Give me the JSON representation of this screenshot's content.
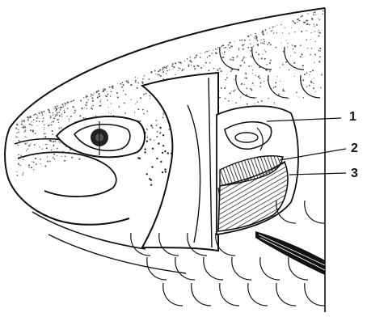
{
  "figure": {
    "callouts": [
      {
        "id": "1",
        "label": "1"
      },
      {
        "id": "2",
        "label": "2"
      },
      {
        "id": "3",
        "label": "3"
      }
    ]
  },
  "colors": {
    "ink": "#111111",
    "paper": "#ffffff",
    "stipple": "#555555"
  }
}
